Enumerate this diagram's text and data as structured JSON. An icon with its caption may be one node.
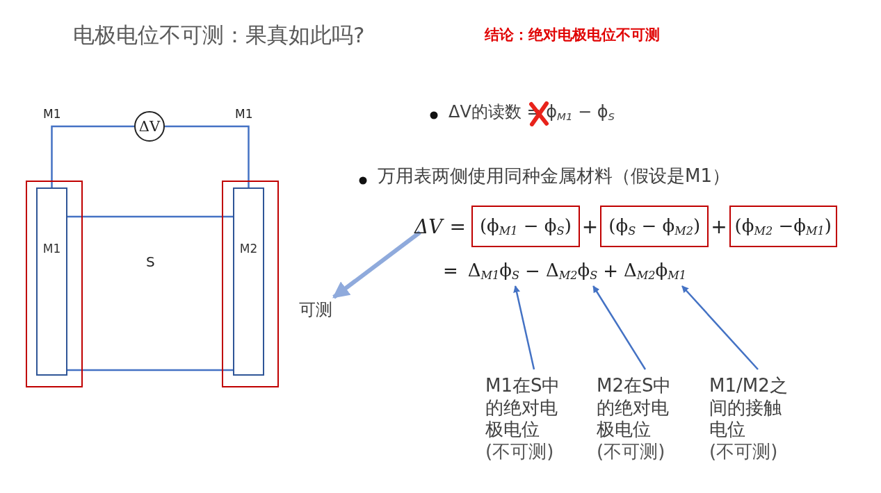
{
  "diagram": {
    "title": "电极电位不可测：果真如此吗?",
    "nodes": [
      {
        "text": [
          "ΔV"
        ]
      },
      {
        "text": [],
        "shape": "box"
      },
      {
        "text": [
          "M1"
        ],
        "in": 1
      },
      {
        "text": [],
        "shape": "box"
      },
      {
        "text": [
          "M2"
        ],
        "in": 3
      },
      {
        "text": [
          "ΔV"
        ]
      },
      {
        "text": [
          "(ϕ$_{M1}$ − ϕ$_{S}$)"
        ]
      },
      {
        "text": [
          "(ϕ$_{S}$ − ϕ$_{M2}$)"
        ]
      },
      {
        "text": [
          "(ϕ$_{M2}$ −ϕ$_{M1}$)"
        ]
      },
      {
        "text": [
          "Δ$_{M1}$ϕ$_{S}$"
        ]
      },
      {
        "text": [
          "Δ$_{M2}$ϕ$_{S}$"
        ]
      },
      {
        "text": [
          "Δ$_{M2}$ϕ$_{M1}$"
        ]
      },
      {
        "text": [
          "可测"
        ]
      },
      {
        "text": [
          "M1在S中的绝对电极电位",
          "(不可测)"
        ]
      },
      {
        "text": [
          "M2在S中的绝对电极电位",
          "(不可测)"
        ]
      },
      {
        "text": [
          "M1/M2之间的接触电位",
          "(不可测)"
        ]
      }
    ],
    "edges": [
      {
        "from": 0,
        "to": 2,
        "arrow": "none"
      },
      {
        "from": 0,
        "to": 4,
        "arrow": "none"
      },
      {
        "from": 2,
        "to": 4,
        "arrow": "none"
      },
      {
        "from": 2,
        "to": 4,
        "arrow": "none"
      },
      {
        "from": 5,
        "to": 12,
        "arrow": "to",
        "style": "thick",
        "color": "#8faadc"
      },
      {
        "from": 13,
        "to": 9,
        "arrow": "to"
      },
      {
        "from": 14,
        "to": 10,
        "arrow": "to"
      },
      {
        "from": 15,
        "to": 11,
        "arrow": "to"
      }
    ],
    "labels": [
      "结论：绝对电极电位不可测",
      "M1",
      "M1",
      "ΔV的读数 = ϕ$_{M1}$ − ϕ$_{S}$",
      "万用表两侧使用同种金属材料（假设是M1）",
      "=",
      "+",
      "+",
      "S",
      "=",
      "−",
      "+"
    ]
  }
}
